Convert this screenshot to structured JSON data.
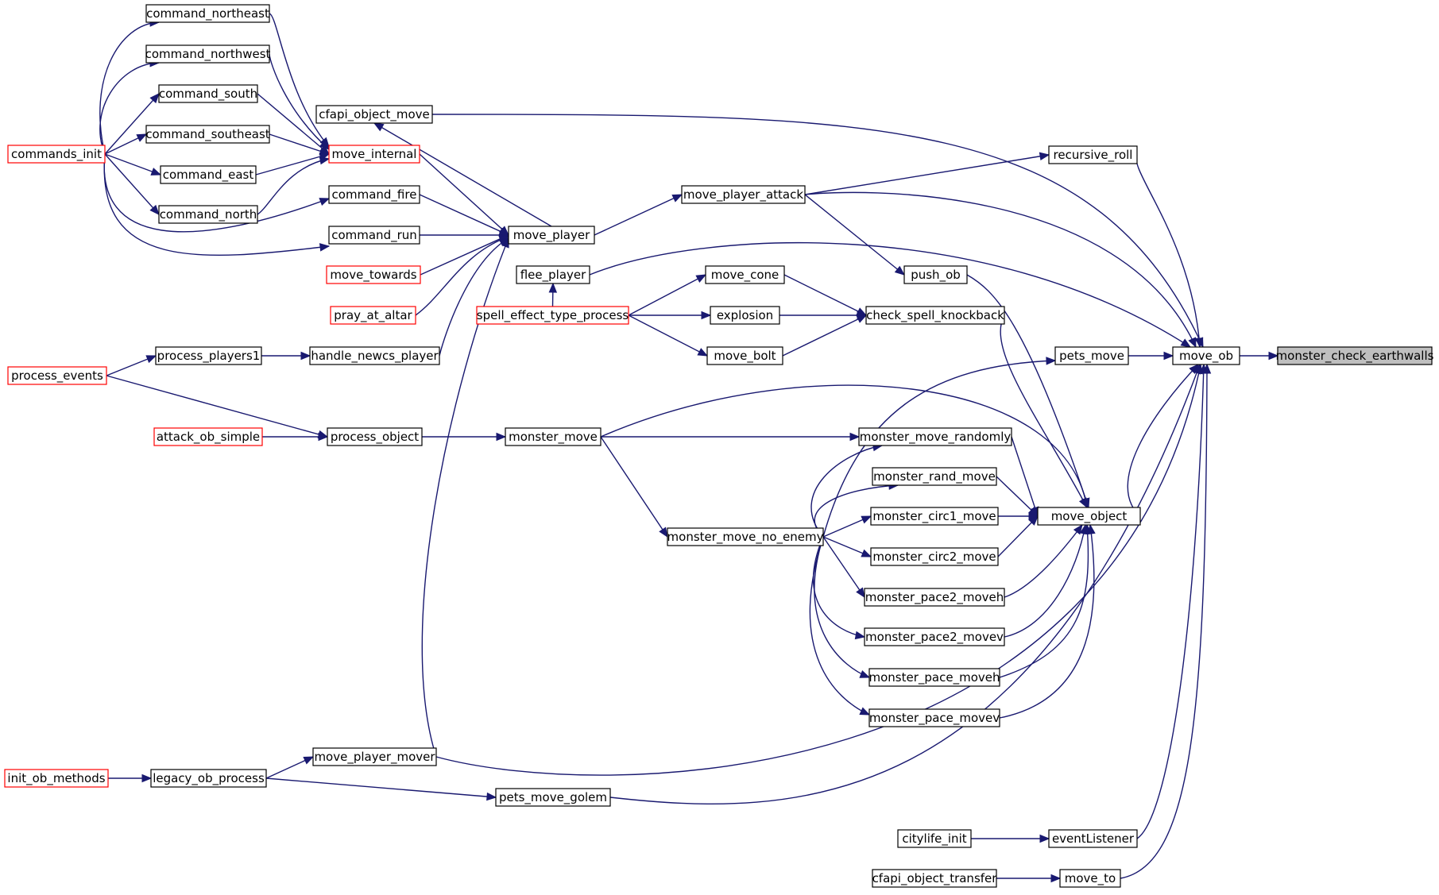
{
  "colors": {
    "edge": "#191970",
    "node_border": "#000000",
    "truncated_border": "#ff0000",
    "node_fill": "#ffffff",
    "focus_fill": "#bfbfbf"
  },
  "nodes": {
    "monster_check_earthwalls": {
      "label": "monster_check_earthwalls",
      "style": "focus"
    },
    "move_ob": {
      "label": "move_ob",
      "style": "normal"
    },
    "cfapi_object_move": {
      "label": "cfapi_object_move",
      "style": "normal"
    },
    "recursive_roll": {
      "label": "recursive_roll",
      "style": "normal"
    },
    "move_player_attack": {
      "label": "move_player_attack",
      "style": "normal"
    },
    "flee_player": {
      "label": "flee_player",
      "style": "normal"
    },
    "pets_move": {
      "label": "pets_move",
      "style": "normal"
    },
    "move_object": {
      "label": "move_object",
      "style": "normal"
    },
    "eventListener": {
      "label": "eventListener",
      "style": "normal"
    },
    "move_to": {
      "label": "move_to",
      "style": "normal"
    },
    "move_player_mover": {
      "label": "move_player_mover",
      "style": "normal"
    },
    "pets_move_golem": {
      "label": "pets_move_golem",
      "style": "normal"
    },
    "command_northeast": {
      "label": "command_northeast",
      "style": "normal"
    },
    "command_northwest": {
      "label": "command_northwest",
      "style": "normal"
    },
    "command_south": {
      "label": "command_south",
      "style": "normal"
    },
    "command_southeast": {
      "label": "command_southeast",
      "style": "normal"
    },
    "command_east": {
      "label": "command_east",
      "style": "normal"
    },
    "command_north": {
      "label": "command_north",
      "style": "normal"
    },
    "commands_init": {
      "label": "commands_init",
      "style": "truncated"
    },
    "move_internal": {
      "label": "move_internal",
      "style": "truncated"
    },
    "command_fire": {
      "label": "command_fire",
      "style": "normal"
    },
    "command_run": {
      "label": "command_run",
      "style": "normal"
    },
    "move_towards": {
      "label": "move_towards",
      "style": "truncated"
    },
    "pray_at_altar": {
      "label": "pray_at_altar",
      "style": "truncated"
    },
    "move_player": {
      "label": "move_player",
      "style": "normal"
    },
    "process_players1": {
      "label": "process_players1",
      "style": "normal"
    },
    "handle_newcs_player": {
      "label": "handle_newcs_player",
      "style": "normal"
    },
    "process_events": {
      "label": "process_events",
      "style": "truncated"
    },
    "attack_ob_simple": {
      "label": "attack_ob_simple",
      "style": "truncated"
    },
    "process_object": {
      "label": "process_object",
      "style": "normal"
    },
    "monster_move": {
      "label": "monster_move",
      "style": "normal"
    },
    "move_cone": {
      "label": "move_cone",
      "style": "normal"
    },
    "explosion": {
      "label": "explosion",
      "style": "normal"
    },
    "move_bolt": {
      "label": "move_bolt",
      "style": "normal"
    },
    "spell_effect_type_process": {
      "label": "spell_effect_type_process",
      "style": "truncated"
    },
    "push_ob": {
      "label": "push_ob",
      "style": "normal"
    },
    "check_spell_knockback": {
      "label": "check_spell_knockback",
      "style": "normal"
    },
    "monster_move_randomly": {
      "label": "monster_move_randomly",
      "style": "normal"
    },
    "monster_rand_move": {
      "label": "monster_rand_move",
      "style": "normal"
    },
    "monster_circ1_move": {
      "label": "monster_circ1_move",
      "style": "normal"
    },
    "monster_circ2_move": {
      "label": "monster_circ2_move",
      "style": "normal"
    },
    "monster_pace2_moveh": {
      "label": "monster_pace2_moveh",
      "style": "normal"
    },
    "monster_pace2_movev": {
      "label": "monster_pace2_movev",
      "style": "normal"
    },
    "monster_pace_moveh": {
      "label": "monster_pace_moveh",
      "style": "normal"
    },
    "monster_pace_movev": {
      "label": "monster_pace_movev",
      "style": "normal"
    },
    "monster_move_no_enemy": {
      "label": "monster_move_no_enemy",
      "style": "normal"
    },
    "init_ob_methods": {
      "label": "init_ob_methods",
      "style": "truncated"
    },
    "legacy_ob_process": {
      "label": "legacy_ob_process",
      "style": "normal"
    },
    "citylife_init": {
      "label": "citylife_init",
      "style": "normal"
    },
    "cfapi_object_transfer": {
      "label": "cfapi_object_transfer",
      "style": "normal"
    }
  },
  "edges": [
    [
      "move_ob",
      "monster_check_earthwalls"
    ],
    [
      "cfapi_object_move",
      "move_ob"
    ],
    [
      "recursive_roll",
      "move_ob"
    ],
    [
      "move_player_attack",
      "move_ob"
    ],
    [
      "flee_player",
      "move_ob"
    ],
    [
      "pets_move",
      "move_ob"
    ],
    [
      "move_object",
      "move_ob"
    ],
    [
      "eventListener",
      "move_ob"
    ],
    [
      "move_to",
      "move_ob"
    ],
    [
      "move_player_mover",
      "move_ob"
    ],
    [
      "pets_move_golem",
      "move_ob"
    ],
    [
      "move_player",
      "cfapi_object_move"
    ],
    [
      "move_player_attack",
      "recursive_roll"
    ],
    [
      "move_player",
      "move_player_attack"
    ],
    [
      "command_northeast",
      "move_internal"
    ],
    [
      "command_northwest",
      "move_internal"
    ],
    [
      "command_south",
      "move_internal"
    ],
    [
      "command_southeast",
      "move_internal"
    ],
    [
      "command_east",
      "move_internal"
    ],
    [
      "command_north",
      "move_internal"
    ],
    [
      "commands_init",
      "command_northeast"
    ],
    [
      "commands_init",
      "command_northwest"
    ],
    [
      "commands_init",
      "command_south"
    ],
    [
      "commands_init",
      "command_southeast"
    ],
    [
      "commands_init",
      "command_east"
    ],
    [
      "commands_init",
      "command_north"
    ],
    [
      "commands_init",
      "command_fire"
    ],
    [
      "commands_init",
      "command_run"
    ],
    [
      "move_internal",
      "move_player"
    ],
    [
      "command_fire",
      "move_player"
    ],
    [
      "command_run",
      "move_player"
    ],
    [
      "move_towards",
      "move_player"
    ],
    [
      "pray_at_altar",
      "move_player"
    ],
    [
      "handle_newcs_player",
      "move_player"
    ],
    [
      "move_player_mover",
      "move_player"
    ],
    [
      "process_players1",
      "handle_newcs_player"
    ],
    [
      "process_events",
      "process_players1"
    ],
    [
      "process_events",
      "process_object"
    ],
    [
      "attack_ob_simple",
      "process_object"
    ],
    [
      "process_object",
      "monster_move"
    ],
    [
      "spell_effect_type_process",
      "flee_player"
    ],
    [
      "spell_effect_type_process",
      "move_cone"
    ],
    [
      "spell_effect_type_process",
      "explosion"
    ],
    [
      "spell_effect_type_process",
      "move_bolt"
    ],
    [
      "move_cone",
      "check_spell_knockback"
    ],
    [
      "explosion",
      "check_spell_knockback"
    ],
    [
      "move_bolt",
      "check_spell_knockback"
    ],
    [
      "move_player_attack",
      "push_ob"
    ],
    [
      "push_ob",
      "move_object"
    ],
    [
      "check_spell_knockback",
      "move_object"
    ],
    [
      "monster_move",
      "move_object"
    ],
    [
      "monster_move",
      "monster_move_randomly"
    ],
    [
      "monster_move",
      "monster_move_no_enemy"
    ],
    [
      "monster_move_no_enemy",
      "pets_move"
    ],
    [
      "monster_move_no_enemy",
      "monster_move_randomly"
    ],
    [
      "monster_move_no_enemy",
      "monster_rand_move"
    ],
    [
      "monster_move_no_enemy",
      "monster_circ1_move"
    ],
    [
      "monster_move_no_enemy",
      "monster_circ2_move"
    ],
    [
      "monster_move_no_enemy",
      "monster_pace2_moveh"
    ],
    [
      "monster_move_no_enemy",
      "monster_pace2_movev"
    ],
    [
      "monster_move_no_enemy",
      "monster_pace_moveh"
    ],
    [
      "monster_move_no_enemy",
      "monster_pace_movev"
    ],
    [
      "monster_move_randomly",
      "move_object"
    ],
    [
      "monster_rand_move",
      "move_object"
    ],
    [
      "monster_circ1_move",
      "move_object"
    ],
    [
      "monster_circ2_move",
      "move_object"
    ],
    [
      "monster_pace2_moveh",
      "move_object"
    ],
    [
      "monster_pace2_movev",
      "move_object"
    ],
    [
      "monster_pace_moveh",
      "move_object"
    ],
    [
      "monster_pace_movev",
      "move_object"
    ],
    [
      "init_ob_methods",
      "legacy_ob_process"
    ],
    [
      "legacy_ob_process",
      "move_player_mover"
    ],
    [
      "legacy_ob_process",
      "pets_move_golem"
    ],
    [
      "citylife_init",
      "eventListener"
    ],
    [
      "cfapi_object_transfer",
      "move_to"
    ]
  ]
}
